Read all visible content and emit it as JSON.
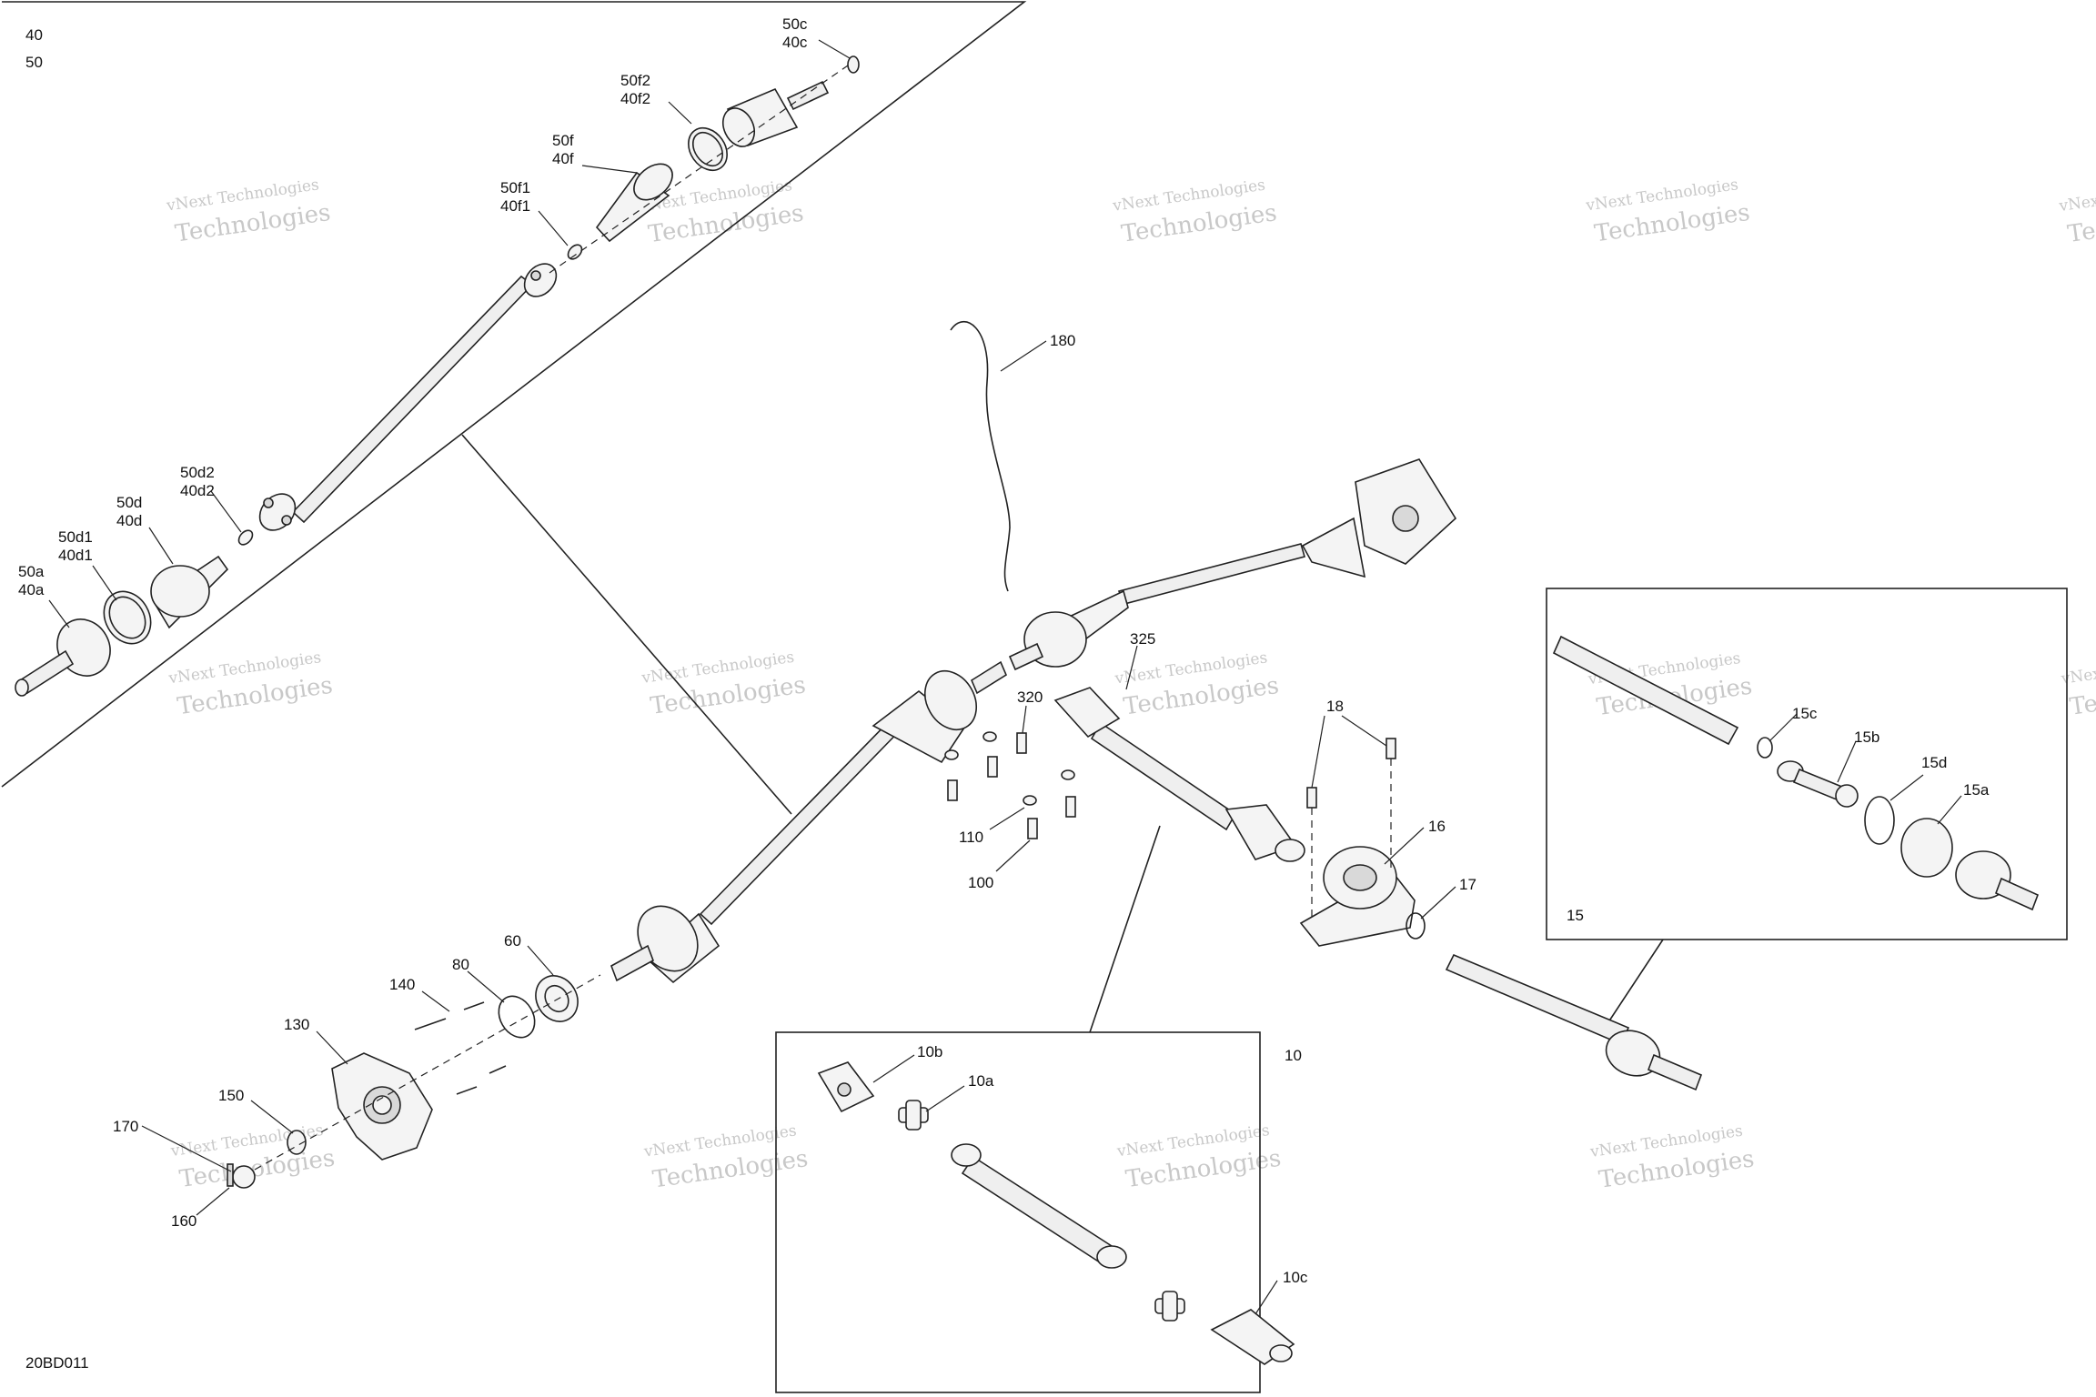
{
  "figure": {
    "code": "20BD011",
    "section_labels": [
      "40",
      "50"
    ],
    "watermark_line1": "vNext Technologies",
    "watermark_line2": "Technologies",
    "watermark_line3": "vNext"
  },
  "callouts": {
    "c50c": "50c",
    "c40c": "40c",
    "c50f2": "50f2",
    "c40f2": "40f2",
    "c50f": "50f",
    "c40f": "40f",
    "c50f1": "50f1",
    "c40f1": "40f1",
    "c50d2": "50d2",
    "c40d2": "40d2",
    "c50d": "50d",
    "c40d": "40d",
    "c50d1": "50d1",
    "c40d1": "40d1",
    "c50a": "50a",
    "c40a": "40a",
    "c180": "180",
    "c325": "325",
    "c320": "320",
    "c18": "18",
    "c16": "16",
    "c17": "17",
    "c110": "110",
    "c100": "100",
    "c60": "60",
    "c80": "80",
    "c140": "140",
    "c130": "130",
    "c150": "150",
    "c170": "170",
    "c160": "160",
    "c15": "15",
    "c15a": "15a",
    "c15b": "15b",
    "c15c": "15c",
    "c15d": "15d",
    "c10": "10",
    "c10a": "10a",
    "c10b": "10b",
    "c10c": "10c"
  }
}
